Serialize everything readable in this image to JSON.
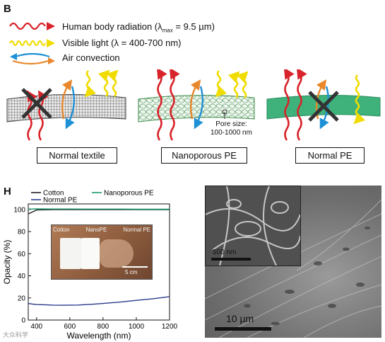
{
  "panel_b": {
    "letter": "B",
    "legend": [
      {
        "icon": "wavy-red-arrow-icon",
        "pre": "Human body radiation (λ",
        "sub": "max",
        "post": " = 9.5 µm)",
        "color": "#d8232a"
      },
      {
        "icon": "wavy-yellow-arrow-icon",
        "text": "Visible light (λ = 400-700 nm)",
        "color": "#f5e600"
      },
      {
        "icon": "air-convection-arrows-icon",
        "text": "Air convection",
        "color_1": "#1e90d6",
        "color_2": "#e8872b"
      }
    ],
    "pore_label_1": "Pore size:",
    "pore_label_2": "100-1000 nm",
    "labels": [
      "Normal textile",
      "Nanoporous PE",
      "Normal PE"
    ]
  },
  "panel_h": {
    "letter": "H",
    "photo_labels": [
      "Cotton",
      "NanoPE",
      "Normal PE"
    ],
    "photo_scale": "5 cm",
    "sem_inset_scale": "500 nm",
    "sem_scale": "10 µm",
    "watermark": "大众科学"
  },
  "chart_data": {
    "type": "line",
    "xlabel": "Wavelength (nm)",
    "ylabel": "Opacity (%)",
    "xlim": [
      350,
      1200
    ],
    "ylim": [
      0,
      105
    ],
    "xticks": [
      400,
      600,
      800,
      1000,
      1200
    ],
    "yticks": [
      0,
      20,
      40,
      60,
      80,
      100
    ],
    "grid": false,
    "legend_position": "top",
    "series": [
      {
        "name": "Cotton",
        "color": "#222222",
        "x": [
          350,
          400,
          500,
          600,
          700,
          800,
          900,
          1000,
          1100,
          1200
        ],
        "y": [
          96,
          99.5,
          99.8,
          99.8,
          99.8,
          99.8,
          99.8,
          99.8,
          99.8,
          99.8
        ]
      },
      {
        "name": "Nanoporous PE",
        "color": "#1a9a6a",
        "x": [
          350,
          400,
          500,
          600,
          700,
          800,
          900,
          1000,
          1100,
          1200
        ],
        "y": [
          100.3,
          100.5,
          100.4,
          100.4,
          100.3,
          100.3,
          100.3,
          100.2,
          100.2,
          100.2
        ]
      },
      {
        "name": "Normal PE",
        "color": "#2a3a8a",
        "x": [
          350,
          375,
          400,
          450,
          500,
          550,
          600,
          650,
          700,
          750,
          800,
          850,
          900,
          950,
          1000,
          1050,
          1100,
          1150,
          1200
        ],
        "y": [
          15,
          14.5,
          14,
          13.8,
          13.5,
          13.4,
          13.5,
          13.6,
          14,
          14.5,
          15,
          15.6,
          16.2,
          17,
          17.8,
          18.5,
          19.3,
          20.2,
          21.2
        ]
      }
    ]
  }
}
